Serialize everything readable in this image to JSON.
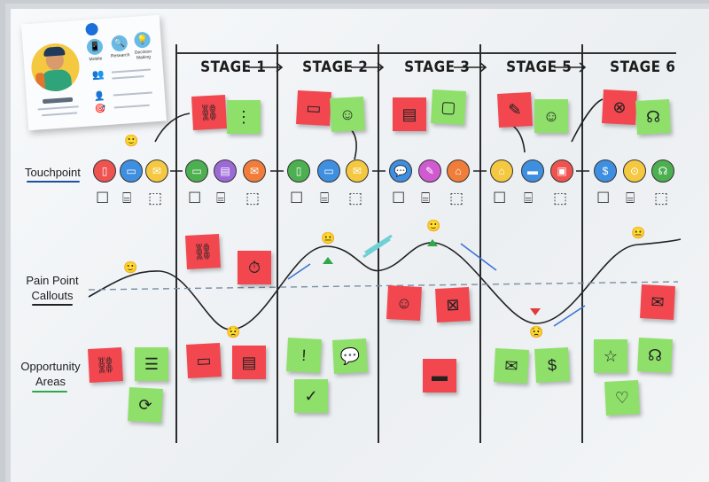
{
  "stages": [
    "STAGE 1",
    "STAGE 2",
    "STAGE 3",
    "STAGE 5",
    "STAGE 6"
  ],
  "rows": {
    "touchpoint": "Touchpoint",
    "pain_line1": "Pain Point",
    "pain_line2": "Callouts",
    "opp_line1": "Opportunity",
    "opp_line2": "Areas"
  },
  "persona": {
    "tags": [
      "Mobile",
      "Research",
      "Decision Making"
    ],
    "tag_icons": [
      "phone-icon",
      "magnifier-icon",
      "lightbulb-icon"
    ]
  },
  "colors": {
    "sticky_red": "#f2474f",
    "sticky_green": "#8ee06a",
    "touchpoint_underline": "#1f4fa0",
    "opportunity_underline": "#2ea84a"
  },
  "touchpoint_icons": [
    "mobile",
    "laptop",
    "email",
    "desktop",
    "browser",
    "email",
    "mobile",
    "laptop",
    "email",
    "chat",
    "messaging",
    "store",
    "store",
    "card",
    "wallet",
    "finance",
    "payment",
    "headset"
  ],
  "sticky_notes": {
    "touchpoint": [
      "broken-link",
      "flowchart",
      "screen-cursor",
      "person-chat",
      "document",
      "chat-lines",
      "clipboard-edit",
      "person-chat",
      "person-x",
      "headset"
    ],
    "pain_points": [
      "broken-link",
      "stopwatch",
      "person-chat",
      "document-x",
      "card-warning",
      "envelope"
    ],
    "opportunities": [
      "broken-link",
      "checklist",
      "cycle",
      "laptop-warning",
      "browser-click",
      "checklist-alert",
      "chat-bubble",
      "refresh-check",
      "envelope",
      "hand-coin",
      "star",
      "headset",
      "hand-heart"
    ]
  }
}
